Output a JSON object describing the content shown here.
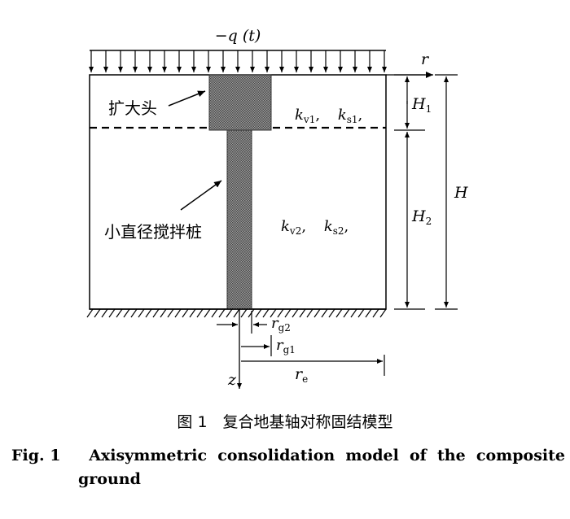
{
  "load_label": "−q (t)",
  "axis_r": "r",
  "axis_z": "z",
  "pile_head_label": "扩大头",
  "pile_label": "小直径搅拌桩",
  "layer1": {
    "kv": "k",
    "kv_sub": "v1",
    "ks": "k",
    "ks_sub": "s1",
    "sep": ","
  },
  "layer2": {
    "kv": "k",
    "kv_sub": "v2",
    "ks": "k",
    "ks_sub": "s2",
    "sep": ","
  },
  "dims": {
    "H1": {
      "main": "H",
      "sub": "1"
    },
    "H2": {
      "main": "H",
      "sub": "2"
    },
    "H": "H",
    "rg2": {
      "main": "r",
      "sub": "g2"
    },
    "rg1": {
      "main": "r",
      "sub": "g1"
    },
    "re": {
      "main": "r",
      "sub": "e"
    }
  },
  "caption_zh": "图 1　复合地基轴对称固结模型",
  "caption_en_fig": "Fig. 1",
  "caption_en_line1": [
    "Axisymmetric",
    "consolidation",
    "model",
    "of",
    "the",
    "composite"
  ],
  "caption_en_line2": "ground"
}
